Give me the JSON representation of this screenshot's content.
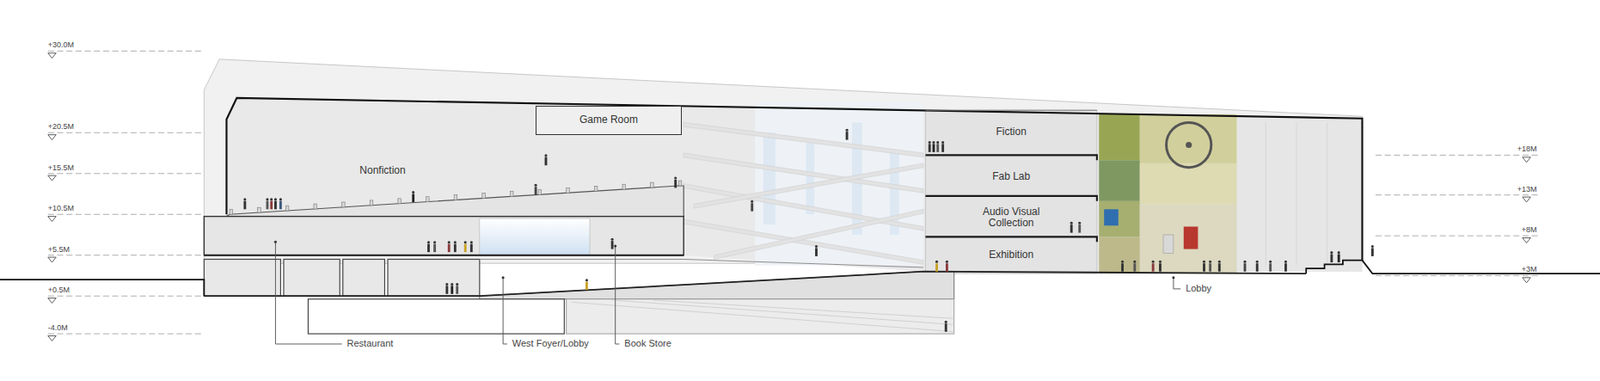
{
  "diagram": {
    "nodes": [
      {
        "text": [
          "Game Room"
        ]
      },
      {
        "text": [
          "Nonfiction"
        ]
      },
      {
        "text": [
          "Fiction"
        ]
      },
      {
        "text": [
          "Fab Lab"
        ]
      },
      {
        "text": [
          "Audio Visual Collection"
        ]
      },
      {
        "text": [
          "Exhibition"
        ]
      }
    ],
    "labels": [
      "+30.0M",
      "+20.5M",
      "+15.5M",
      "+10.5M",
      "+5.5M",
      "+0.5M",
      "-4.0M",
      "+18M",
      "+13M",
      "+8M",
      "+3M",
      "Restaurant",
      "West Foyer/Lobby",
      "Book Store",
      "Lobby"
    ]
  }
}
